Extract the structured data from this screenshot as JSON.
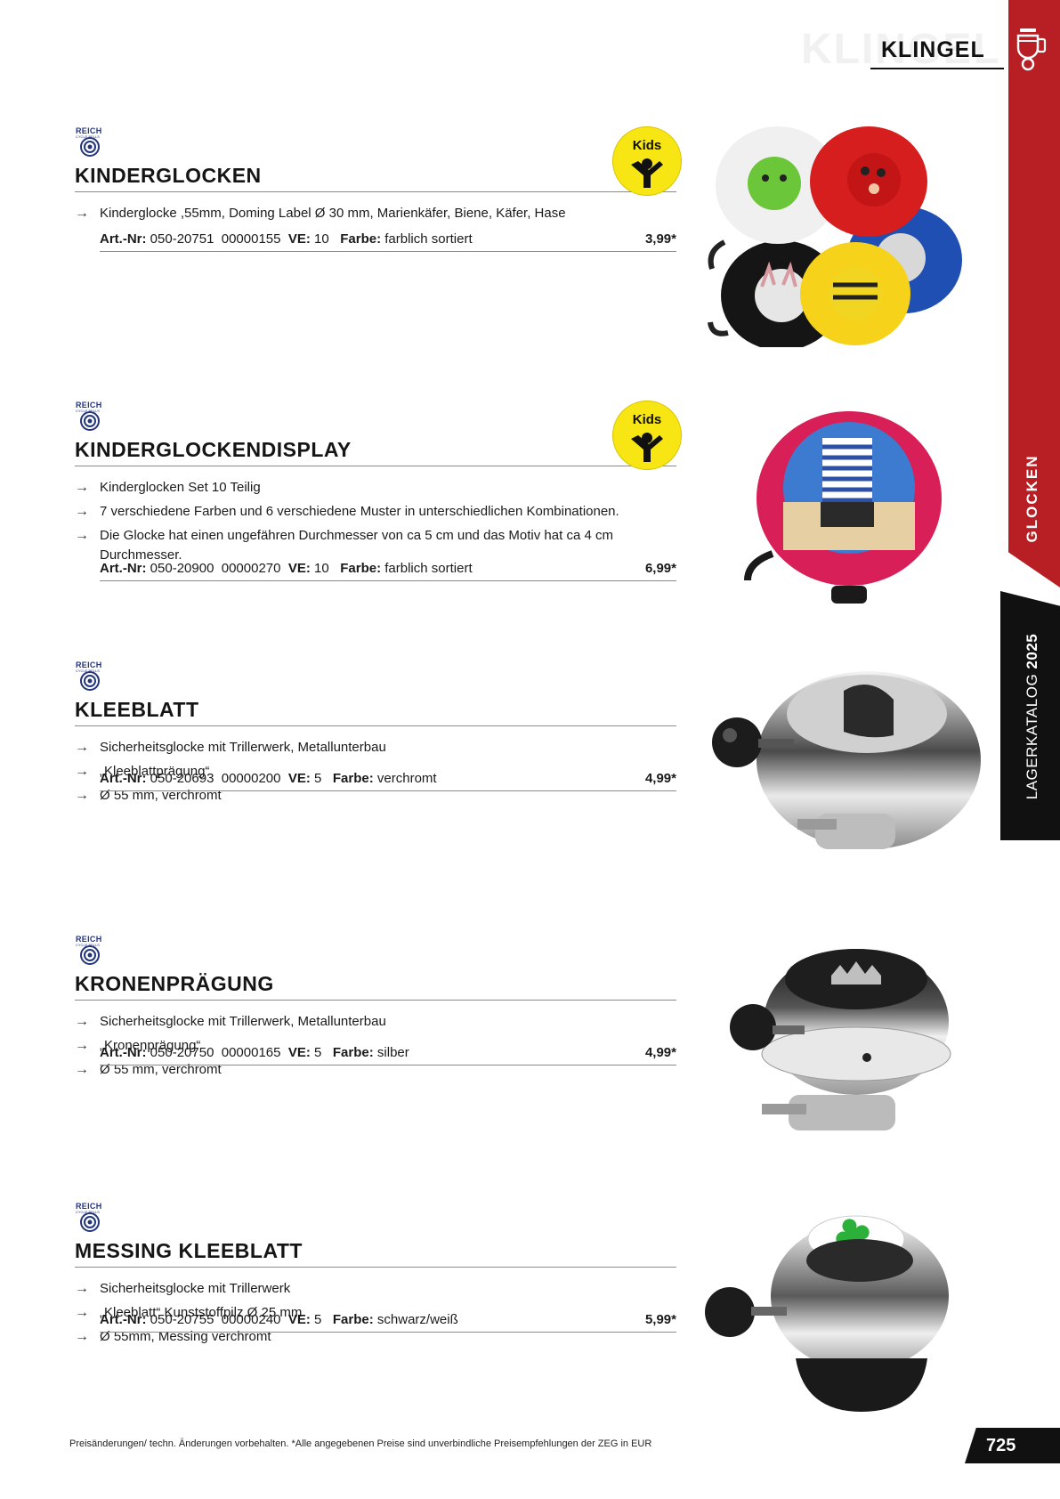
{
  "header": {
    "ghost_word": "KLINGEL",
    "section_title": "KLINGEL",
    "icon": "bicycle-bell-icon"
  },
  "sidebar": {
    "category": "GLOCKEN",
    "catalog_prefix": "LAGERKATALOG ",
    "catalog_year": "2025"
  },
  "labels": {
    "art_nr": "Art.-Nr:",
    "ve": "VE:",
    "farbe": "Farbe:"
  },
  "brand": {
    "name": "REICH",
    "subline": "CYCLE BELLS"
  },
  "kids_badge": "Kids",
  "products": [
    {
      "title": "KINDERGLOCKEN",
      "kids": true,
      "bullets": [
        "Kinderglocke ,55mm, Doming Label Ø 30 mm, Marienkäfer, Biene, Käfer, Hase"
      ],
      "art_nr": "050-20751",
      "code": "00000155",
      "ve": "10",
      "farbe": "farblich sortiert",
      "price": "3,99*",
      "image": "assorted-kids-bells"
    },
    {
      "title": "KINDERGLOCKENDISPLAY",
      "kids": true,
      "bullets": [
        "Kinderglocken Set 10 Teilig",
        "7 verschiedene Farben und 6 verschiedene Muster in unterschiedlichen Kombinationen.",
        "Die Glocke hat einen ungefähren Durchmesser von ca 5 cm und das Motiv hat ca 4 cm Durchmesser."
      ],
      "art_nr": "050-20900",
      "code": "00000270",
      "ve": "10",
      "farbe": "farblich sortiert",
      "price": "6,99*",
      "image": "pink-beach-chair-bell"
    },
    {
      "title": "KLEEBLATT",
      "kids": false,
      "bullets": [
        "Sicherheitsglocke mit Trillerwerk, Metallunterbau",
        "„Kleeblattprägung“",
        "Ø 55 mm, verchromt"
      ],
      "art_nr": "050-20693",
      "code": "00000200",
      "ve": "5",
      "farbe": "verchromt",
      "price": "4,99*",
      "image": "chrome-clover-bell"
    },
    {
      "title": "KRONENPRÄGUNG",
      "kids": false,
      "bullets": [
        "Sicherheitsglocke mit Trillerwerk, Metallunterbau",
        "„Kronenprägung“",
        "Ø 55 mm, verchromt"
      ],
      "art_nr": "050-20750",
      "code": "00000165",
      "ve": "5",
      "farbe": "silber",
      "price": "4,99*",
      "image": "chrome-crown-bell"
    },
    {
      "title": "MESSING KLEEBLATT",
      "kids": false,
      "bullets": [
        "Sicherheitsglocke mit Trillerwerk",
        "„Kleeblatt“ Kunststoffpilz Ø 25 mm",
        "Ø 55mm, Messing verchromt"
      ],
      "art_nr": "050-20755",
      "code": "00000240",
      "ve": "5",
      "farbe": "schwarz/weiß",
      "price": "5,99*",
      "image": "brass-clover-bell"
    }
  ],
  "footer": {
    "note": "Preisänderungen/ techn. Änderungen vorbehalten. *Alle angegebenen Preise sind unverbindliche Preisempfehlungen der ZEG in EUR",
    "page_number": "725"
  }
}
